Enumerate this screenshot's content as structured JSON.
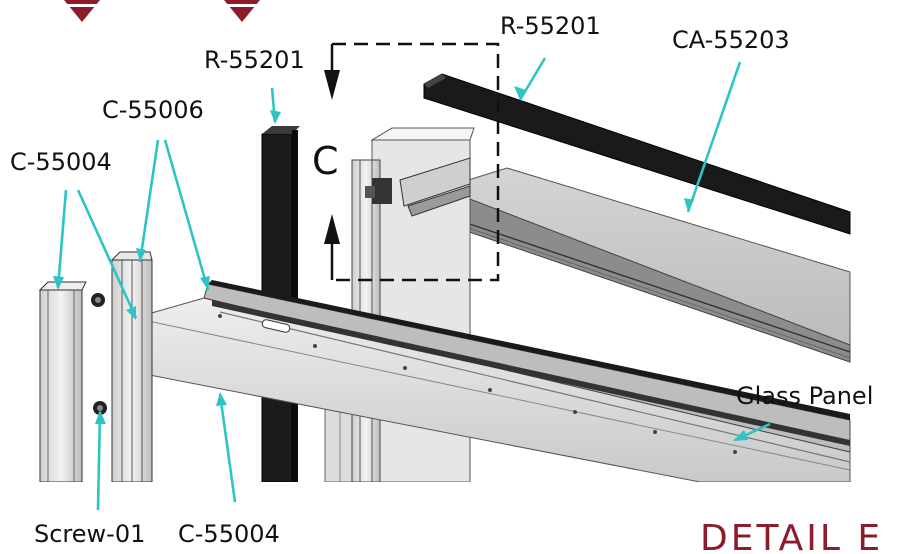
{
  "colors": {
    "leader": "#2ec4c4",
    "marker": "#8b1c2c",
    "detail_text": "#8b1c2c",
    "part_light": "#d9d9d9",
    "part_dark": "#1a1a1a"
  },
  "callouts": {
    "r55201_top": "R-55201",
    "ca55203": "CA-55203",
    "r55201_left": "R-55201",
    "c55006": "C-55006",
    "c55004_left": "C-55004",
    "glass_panel": "Glass Panel",
    "screw01": "Screw-01",
    "c55004_bottom": "C-55004"
  },
  "section_letter": "C",
  "detail_title": "DETAIL E"
}
